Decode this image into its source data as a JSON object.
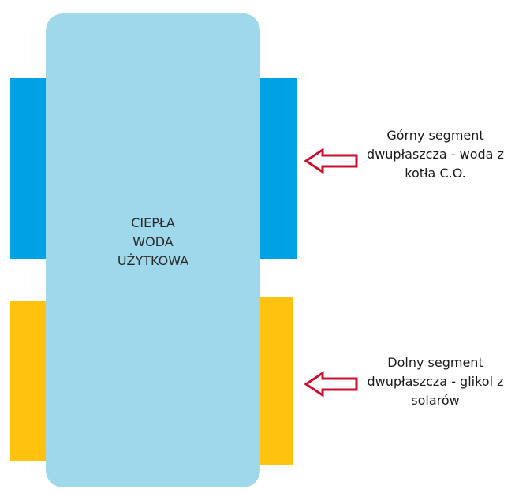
{
  "colors": {
    "tank": "#9fd8ea",
    "upper_jacket": "#00a2e6",
    "lower_jacket": "#ffc20e",
    "arrow": "#c8102e"
  },
  "tank": {
    "label_lines": [
      "CIEPŁA",
      "WODA",
      "UŻYTKOWA"
    ]
  },
  "annotations": {
    "upper": {
      "lines": [
        "Górny segment",
        "dwupłaszcza - woda z",
        "kotła C.O."
      ],
      "arrow_icon": "arrow-left-outline-icon"
    },
    "lower": {
      "lines": [
        "Dolny segment",
        "dwupłaszcza - glikol z",
        "solarów"
      ],
      "arrow_icon": "arrow-left-outline-icon"
    }
  }
}
